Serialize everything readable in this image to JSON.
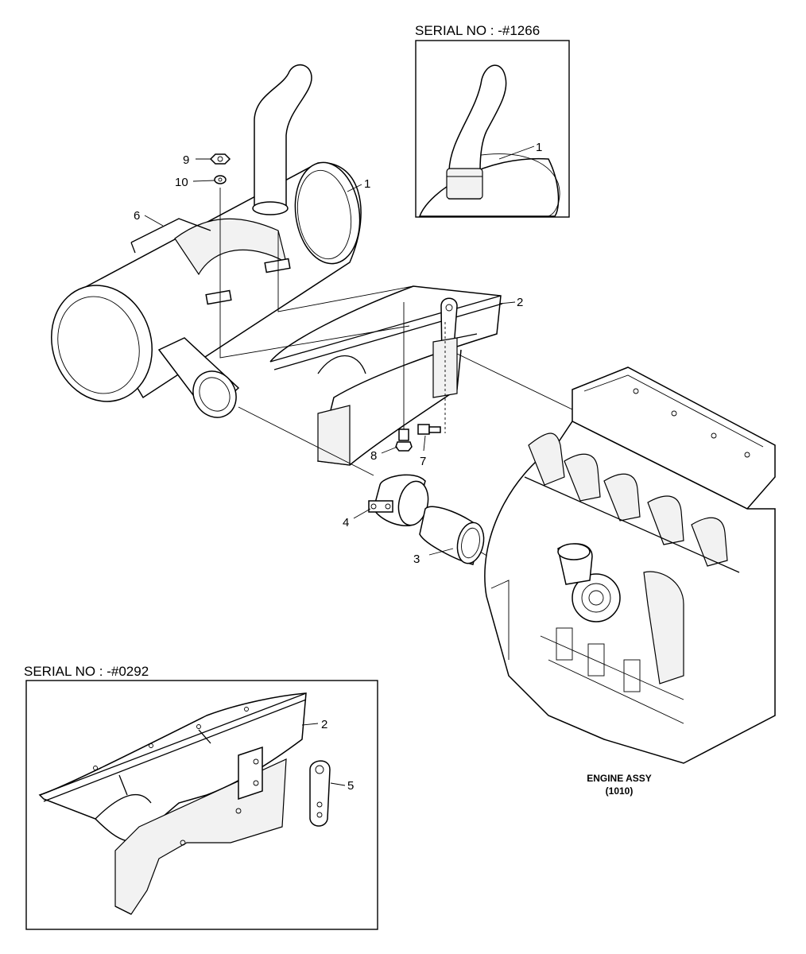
{
  "callouts": [
    "1",
    "2",
    "3",
    "4",
    "5",
    "6",
    "7",
    "8",
    "9",
    "10"
  ],
  "insets": {
    "top": {
      "caption": "SERIAL NO : -#1266",
      "callout": "1"
    },
    "bottom": {
      "caption": "SERIAL NO : -#0292",
      "callouts": [
        "2",
        "5"
      ]
    }
  },
  "engine": {
    "title": "ENGINE ASSY",
    "ref": "(1010)"
  }
}
